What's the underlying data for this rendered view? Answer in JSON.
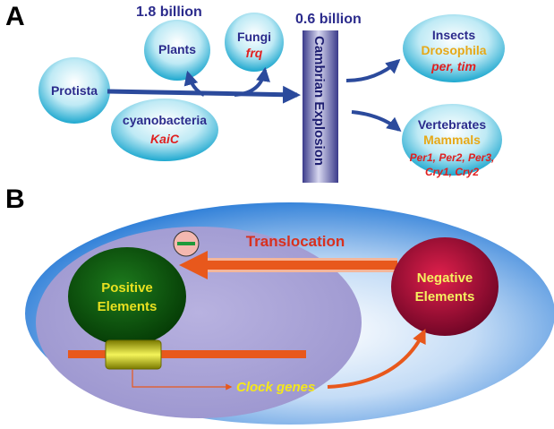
{
  "panel_a": {
    "label": "A",
    "time_1": "1.8 billion",
    "time_2": "0.6 billion",
    "protista": "Protista",
    "plants": "Plants",
    "fungi": {
      "name": "Fungi",
      "gene": "frq"
    },
    "cyanobacteria": {
      "name": "cyanobacteria",
      "gene": "KaiC"
    },
    "cambrian": "Cambrian Explosion",
    "insects": {
      "name": "Insects",
      "example": "Drosophila",
      "genes": "per, tim"
    },
    "vertebrates": {
      "name": "Vertebrates",
      "example": "Mammals",
      "genes_line1": "Per1, Per2, Per3,",
      "genes_line2": "Cry1, Cry2"
    }
  },
  "panel_b": {
    "label": "B",
    "translocation": "Translocation",
    "positive_line1": "Positive",
    "positive_line2": "Elements",
    "negative_line1": "Negative",
    "negative_line2": "Elements",
    "clock_genes": "Clock genes"
  },
  "colors": {
    "navy_text": "#2b2b8c",
    "gene_red": "#e02020",
    "organism_orange": "#e6a817",
    "arrow_blue": "#2b4a9c",
    "arrow_orange": "#e8581c",
    "positive_green": "#0a5a0a",
    "positive_text": "#e8e020",
    "negative_red": "#c0103a",
    "negative_text": "#f5f060",
    "translocation_red": "#d8301e",
    "clock_text": "#f5e81a"
  }
}
